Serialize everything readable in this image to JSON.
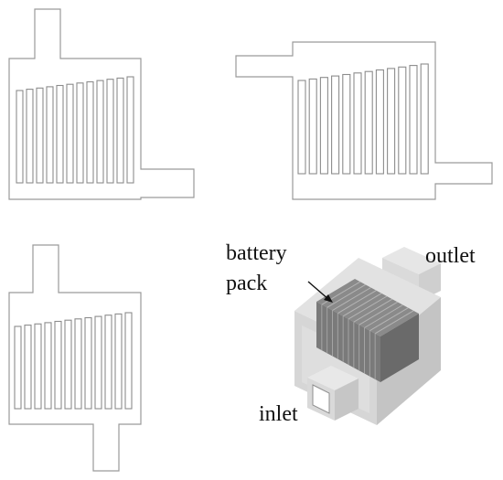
{
  "labels": {
    "battery_line1": "battery",
    "battery_line2": "pack",
    "outlet": "outlet",
    "inlet": "inlet"
  },
  "colors": {
    "outline": "#9a9a9a",
    "cell_stroke": "#8c8c8c",
    "box_light": "#e2e2e2",
    "box_mid": "#d4d4d4",
    "box_dark": "#bdbdbd",
    "pack_top": "#8a8a8a",
    "pack_side": "#6f6f6f",
    "text": "#111111"
  },
  "diagrams": [
    {
      "id": "layout-a",
      "cells": 12
    },
    {
      "id": "layout-b",
      "cells": 12
    },
    {
      "id": "layout-c",
      "cells": 12
    },
    {
      "id": "isometric-model",
      "cells": 12
    }
  ]
}
